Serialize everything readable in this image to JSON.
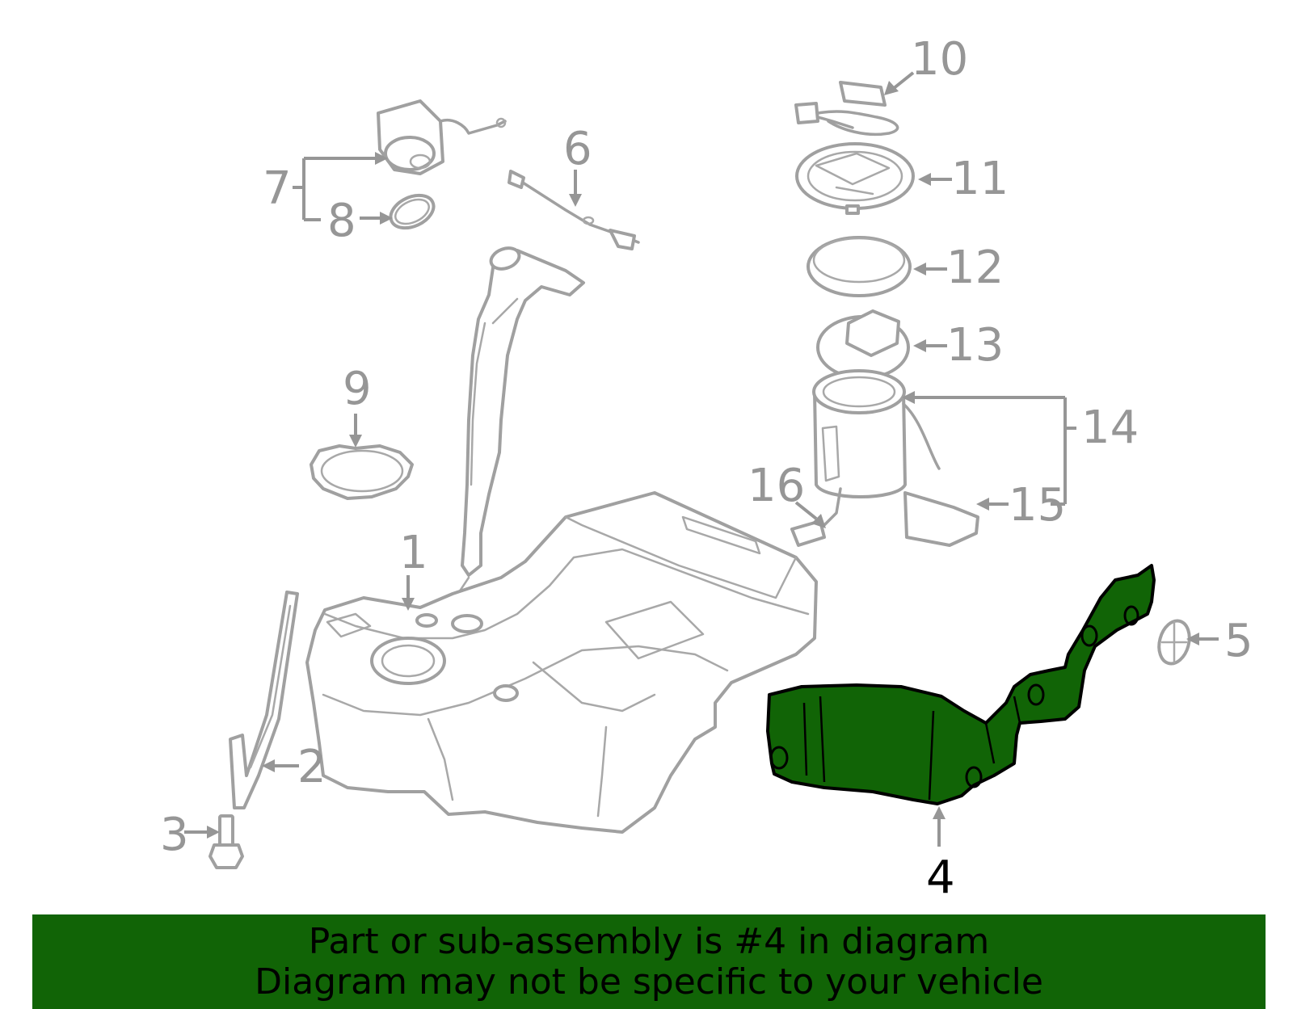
{
  "diagram": {
    "highlight_color": "#116406",
    "callouts": [
      {
        "id": "1",
        "text": "1"
      },
      {
        "id": "2",
        "text": "2"
      },
      {
        "id": "3",
        "text": "3"
      },
      {
        "id": "4",
        "text": "4"
      },
      {
        "id": "5",
        "text": "5"
      },
      {
        "id": "6",
        "text": "6"
      },
      {
        "id": "7",
        "text": "7"
      },
      {
        "id": "8",
        "text": "8"
      },
      {
        "id": "9",
        "text": "9"
      },
      {
        "id": "10",
        "text": "10"
      },
      {
        "id": "11",
        "text": "11"
      },
      {
        "id": "12",
        "text": "12"
      },
      {
        "id": "13",
        "text": "13"
      },
      {
        "id": "14",
        "text": "14"
      },
      {
        "id": "15",
        "text": "15"
      },
      {
        "id": "16",
        "text": "16"
      }
    ],
    "highlighted_part": "4"
  },
  "banner": {
    "line1": "Part or sub-assembly is #4 in diagram",
    "line2": "Diagram may not be specific to your vehicle",
    "background": "#116406"
  }
}
